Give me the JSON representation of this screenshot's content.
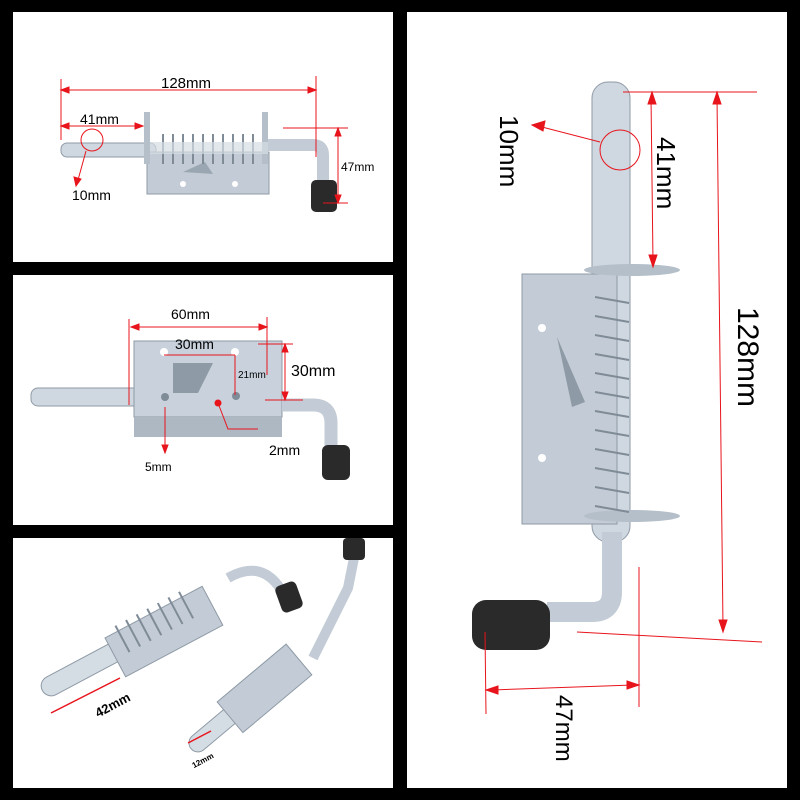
{
  "colors": {
    "background": "#000000",
    "panel": "#ffffff",
    "dimension_line": "#e8141c",
    "steel": "#c9d3dc",
    "steel_dark": "#8e9aa6",
    "rubber_cap": "#2a2a2a"
  },
  "panels": [
    {
      "id": "side-view",
      "labels": {
        "overall_length": "128mm",
        "pin_length": "41mm",
        "pin_diameter": "10mm",
        "handle_height": "47mm"
      }
    },
    {
      "id": "bracket-view",
      "labels": {
        "bracket_width": "60mm",
        "hole_spacing": "30mm",
        "hole_vertical": "21mm",
        "bracket_height": "30mm",
        "hole_diameter": "5mm",
        "plate_thickness": "2mm"
      }
    },
    {
      "id": "perspective-view",
      "labels": {
        "pin_length": "42mm",
        "pin_tip": "12mm"
      }
    },
    {
      "id": "vertical-view",
      "labels": {
        "pin_diameter": "10mm",
        "pin_length": "41mm",
        "overall_length": "128mm",
        "handle_offset": "47mm"
      }
    }
  ]
}
